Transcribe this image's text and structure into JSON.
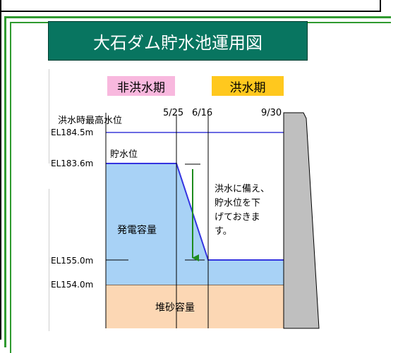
{
  "title": "大石ダム貯水池運用図",
  "seasons": {
    "non_flood": "非洪水期",
    "flood": "洪水期"
  },
  "dates": [
    "5/25",
    "6/16",
    "9/30"
  ],
  "levels": {
    "flood_max_caption": "洪水時最高水位",
    "flood_max": "EL184.5m",
    "storage_caption": "貯水位",
    "normal": "EL183.6m",
    "flood_season": "EL155.0m",
    "sediment_top": "EL154.0m"
  },
  "regions": {
    "power": "発電容量",
    "sediment": "堆砂容量"
  },
  "note_lines": [
    "洪水に備え、",
    "貯水位を下",
    "げておきま",
    "す。"
  ],
  "colors": {
    "banner": "#087560",
    "non_flood_label": "#f8b8de",
    "flood_label": "#ffc81e",
    "water": "#a8d2f6",
    "sediment": "#fcd7b4",
    "dam": "#bfbfbf",
    "flood_line": "#3a3ad8",
    "arrow": "#1e8c1e",
    "frame": "#2f9a2f"
  }
}
